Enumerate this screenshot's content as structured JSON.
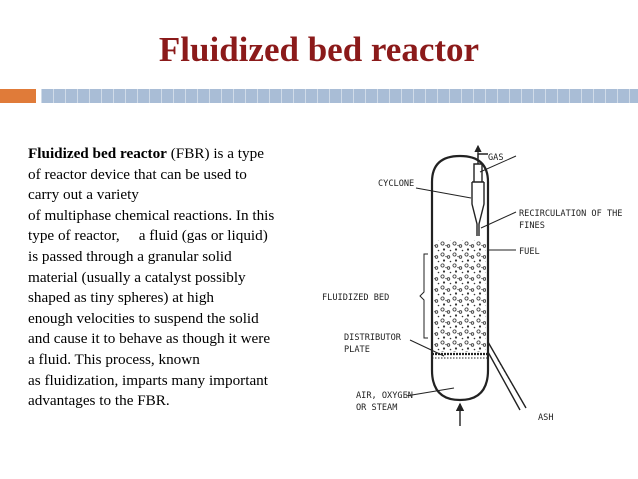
{
  "title": "Fluidized bed reactor",
  "colors": {
    "title": "#8b1a1a",
    "accent_orange": "#e07b39",
    "accent_blue": "#a9bdd6"
  },
  "text": {
    "term": "Fluidized bed reactor",
    "lines": [
      " (FBR) is a type",
      "of reactor device that can be used to",
      "carry out a variety",
      "of multiphase chemical reactions. In this",
      "type of reactor,     a fluid (gas or liquid)",
      "is passed through a granular solid",
      "material (usually a catalyst possibly",
      "shaped as tiny spheres) at high",
      "enough velocities to suspend the solid",
      "and cause it to behave as though it were",
      "a fluid. This process, known",
      "as fluidization, imparts many important",
      "advantages to the FBR."
    ]
  },
  "diagram": {
    "labels": {
      "gas": "GAS",
      "cyclone": "CYCLONE",
      "recirc_1": "RECIRCULATION OF THE",
      "recirc_2": "FINES",
      "fuel": "FUEL",
      "fluidized_bed": "FLUIDIZED BED",
      "distributor_1": "DISTRIBUTOR",
      "distributor_2": "PLATE",
      "air_1": "AIR, OXYGEN",
      "air_2": "OR STEAM",
      "ash": "ASH"
    }
  }
}
